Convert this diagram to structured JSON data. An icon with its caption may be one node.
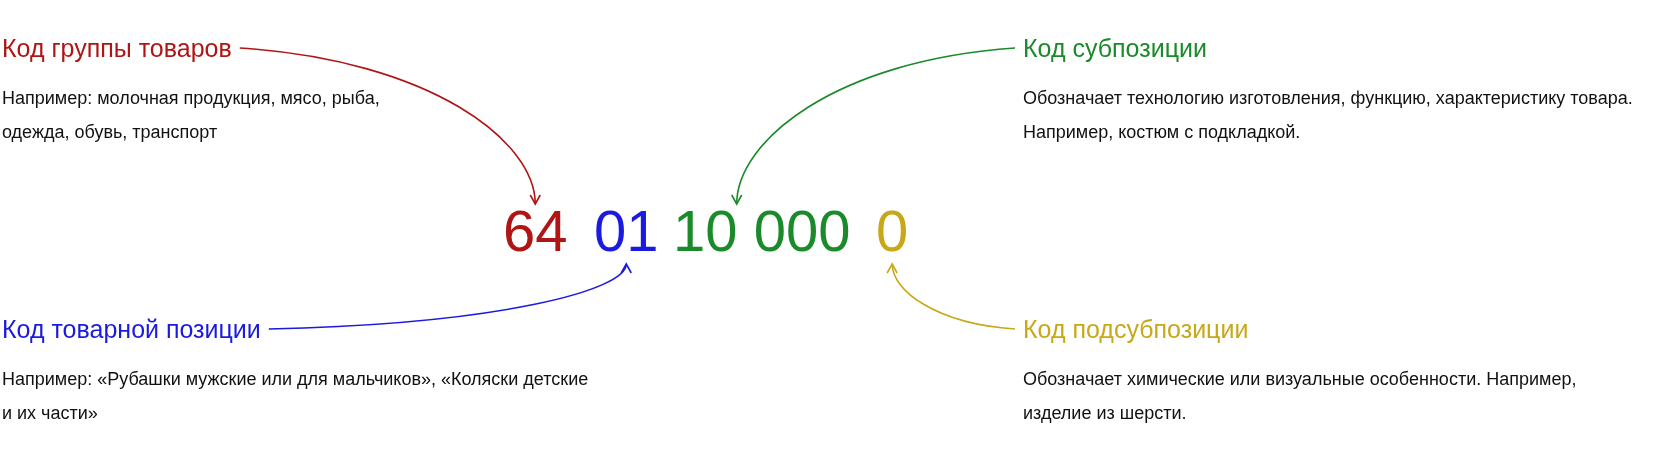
{
  "diagram": {
    "nodes": [
      {
        "text": [
          "Код группы товаров",
          "Например: молочная продукция, мясо, рыба, одежда, обувь, транспорт"
        ]
      },
      {
        "text": [
          "Код субпозиции",
          "Обозначает технологию изготовления, функцию, характеристику товара. Например, костюм с подкладкой."
        ]
      },
      {
        "text": [
          "64"
        ]
      },
      {
        "text": [
          "01"
        ]
      },
      {
        "text": [
          "10 000"
        ]
      },
      {
        "text": [
          "0"
        ]
      },
      {
        "text": [
          "Код товарной позиции",
          "Например: «Рубашки мужские или для мальчиков», «Коляски детские и их части»"
        ]
      },
      {
        "text": [
          "Код подсубпозиции",
          "Обозначает химические или визуальные особенности. Например, изделие из шерсти."
        ]
      }
    ],
    "edges": [
      {
        "from": 0,
        "to": 2,
        "arrow": "to",
        "color": "#b01515"
      },
      {
        "from": 1,
        "to": 4,
        "arrow": "to",
        "color": "#1a8a2a"
      },
      {
        "from": 6,
        "to": 3,
        "arrow": "to",
        "color": "#1a1ae0"
      },
      {
        "from": 7,
        "to": 5,
        "arrow": "to",
        "color": "#c8a818"
      }
    ]
  }
}
